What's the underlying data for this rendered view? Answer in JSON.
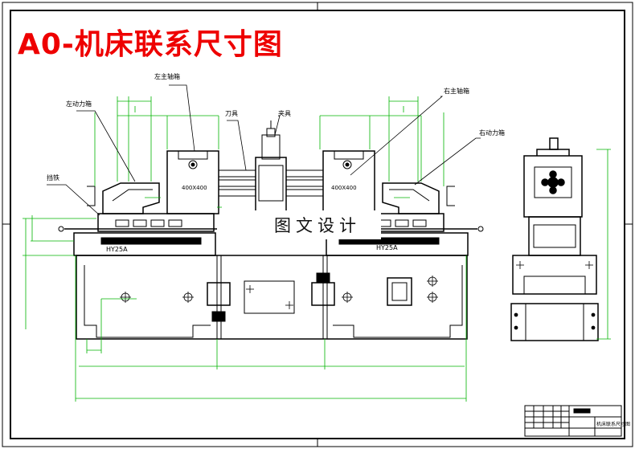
{
  "title": "A0-机床联系尺寸图",
  "watermark": "图文设计",
  "labels": {
    "left_head": "左主轴箱",
    "left_power": "左动力箱",
    "tool": "刀具",
    "fixture": "夹具",
    "right_head": "右主轴箱",
    "right_power": "右动力箱",
    "stopper": "挡铁",
    "left_box_size": "400X400",
    "right_box_size": "400X400",
    "left_slide": "HY25A",
    "right_slide": "HY25A"
  },
  "title_block": {
    "drawing_name": "机床联系尺寸图"
  },
  "colors": {
    "title": "#ee0000",
    "dimension": "#00b400",
    "outline": "#000000",
    "frame": "#000000"
  }
}
